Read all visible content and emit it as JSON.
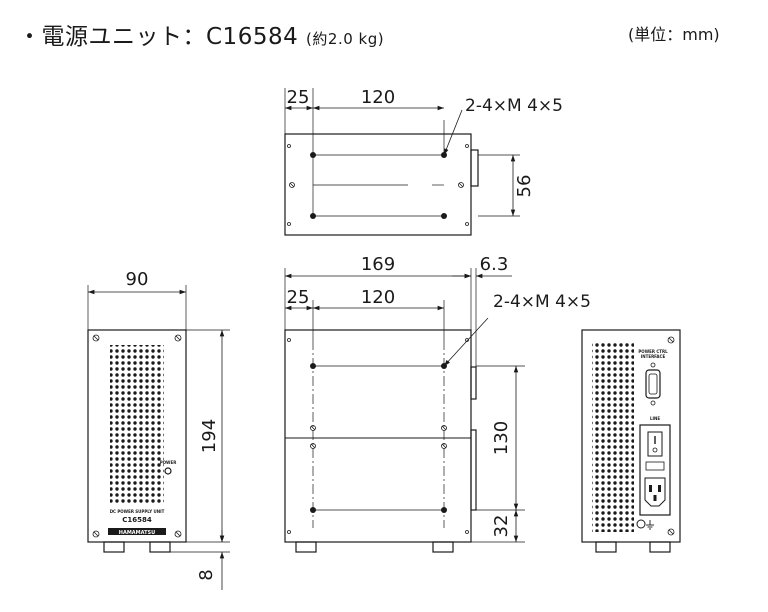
{
  "header": {
    "title": "・電源ユニット：C16584",
    "weight": "(約2.0 kg)",
    "unit": "(単位：mm)"
  },
  "top_view": {
    "dim_offset": "25",
    "dim_pitch": "120",
    "dim_height": "56",
    "hole_note": "2-4×M 4×5"
  },
  "front_view": {
    "dim_width": "90",
    "dim_height": "194",
    "dim_foot": "8",
    "label_power": "POWER",
    "label_unit": "DC POWER SUPPLY UNIT",
    "label_model": "C16584",
    "brand": "HAMAMATSU"
  },
  "side_view": {
    "dim_length": "169",
    "dim_protrusion": "6.3",
    "dim_offset": "25",
    "dim_pitch": "120",
    "hole_note": "2-4×M 4×5",
    "dim_vertical": "130",
    "dim_bottom": "32"
  },
  "rear_view": {
    "label_connector": "POWER CTRL",
    "label_connector_sub": "INTERFACE",
    "label_line": "LINE"
  }
}
